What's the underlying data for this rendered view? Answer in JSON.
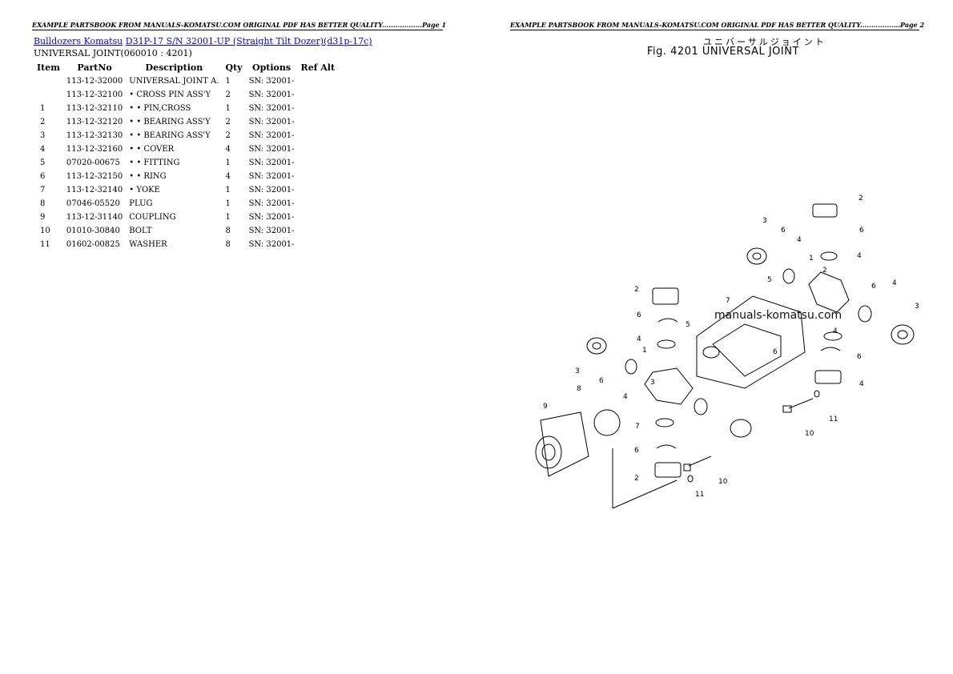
{
  "header": {
    "page1": "EXAMPLE PARTSBOOK FROM MANUALS-KOMATSU.COM ORIGINAL PDF HAS BETTER QUALITY..................Page 1",
    "page2": "EXAMPLE PARTSBOOK FROM MANUALS-KOMATSU.COM ORIGINAL PDF HAS BETTER QUALITY..................Page 2"
  },
  "breadcrumb": {
    "link1": "Bulldozers Komatsu",
    "link2": "D31P-17 S/N 32001-UP (Straight Tilt Dozer)(d31p-17c)"
  },
  "subtitle": "UNIVERSAL JOINT(060010 : 4201)",
  "table": {
    "headers": [
      "Item",
      "PartNo",
      "Description",
      "Qty",
      "Options",
      "Ref Alt"
    ],
    "rows": [
      {
        "item": "",
        "partno": "113-12-32000",
        "desc": "UNIVERSAL JOINT A.",
        "qty": "1",
        "options": "SN: 32001-",
        "ref": ""
      },
      {
        "item": "",
        "partno": "113-12-32100",
        "desc": "• CROSS PIN ASS'Y",
        "qty": "2",
        "options": "SN: 32001-",
        "ref": ""
      },
      {
        "item": "1",
        "partno": "113-12-32110",
        "desc": "• • PIN,CROSS",
        "qty": "1",
        "options": "SN: 32001-",
        "ref": ""
      },
      {
        "item": "2",
        "partno": "113-12-32120",
        "desc": "• • BEARING ASS'Y",
        "qty": "2",
        "options": "SN: 32001-",
        "ref": ""
      },
      {
        "item": "3",
        "partno": "113-12-32130",
        "desc": "• • BEARING ASS'Y",
        "qty": "2",
        "options": "SN: 32001-",
        "ref": ""
      },
      {
        "item": "4",
        "partno": "113-12-32160",
        "desc": "• • COVER",
        "qty": "4",
        "options": "SN: 32001-",
        "ref": ""
      },
      {
        "item": "5",
        "partno": "07020-00675",
        "desc": " • • FITTING",
        "qty": "1",
        "options": "SN: 32001-",
        "ref": ""
      },
      {
        "item": "6",
        "partno": "113-12-32150",
        "desc": "• • RING",
        "qty": "4",
        "options": "SN: 32001-",
        "ref": ""
      },
      {
        "item": "7",
        "partno": "113-12-32140",
        "desc": "• YOKE",
        "qty": "1",
        "options": "SN: 32001-",
        "ref": ""
      },
      {
        "item": "8",
        "partno": "07046-05520",
        "desc": "PLUG",
        "qty": "1",
        "options": "SN: 32001-",
        "ref": ""
      },
      {
        "item": "9",
        "partno": "113-12-31140",
        "desc": "COUPLING",
        "qty": "1",
        "options": "SN: 32001-",
        "ref": ""
      },
      {
        "item": "10",
        "partno": "01010-30840",
        "desc": "BOLT",
        "qty": "8",
        "options": "SN: 32001-",
        "ref": ""
      },
      {
        "item": "11",
        "partno": "01602-00825",
        "desc": "WASHER",
        "qty": "8",
        "options": "SN: 32001-",
        "ref": ""
      }
    ]
  },
  "figure": {
    "jp_title": "ユニバーサルジョイント",
    "title": "Fig. 4201 UNIVERSAL JOINT",
    "watermark": "manuals-komatsu.com",
    "callouts": [
      "2",
      "6",
      "4",
      "3",
      "6",
      "4",
      "1",
      "5",
      "2",
      "7",
      "6",
      "4",
      "3",
      "4",
      "6",
      "4",
      "3",
      "5",
      "1",
      "8",
      "9",
      "4",
      "6",
      "3",
      "7",
      "6",
      "2",
      "10",
      "11",
      "10",
      "11",
      "6",
      "4",
      "2",
      "6"
    ]
  }
}
